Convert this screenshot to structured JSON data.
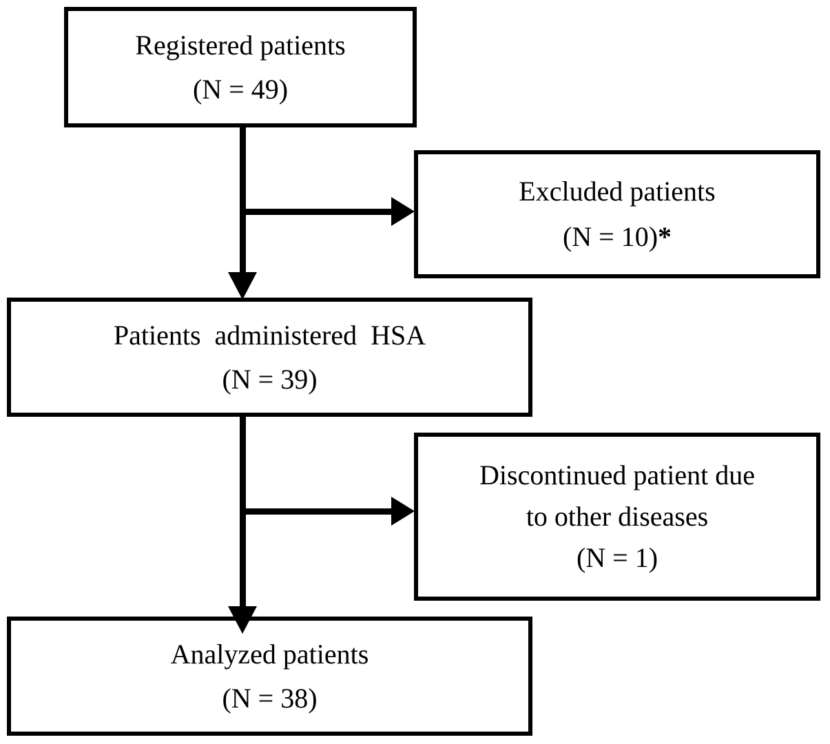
{
  "figure": {
    "type": "flow-diagram",
    "title": "Patient disposition flow diagram",
    "colors": {
      "stroke": "#000000",
      "fill": "#ffffff",
      "text": "#000000"
    }
  },
  "nodes": {
    "registered": {
      "line1": "Registered patients",
      "line2": "(N = 49)",
      "count": 49
    },
    "excluded": {
      "line1": "Excluded patients",
      "line2": "(N = 10)",
      "footnote_marker": "*",
      "count": 10
    },
    "administered": {
      "line1": "Patients  administered  HSA",
      "line2": "(N = 39)",
      "count": 39
    },
    "discontinued": {
      "line1": "Discontinued patient due",
      "line2": "to other diseases",
      "line3": "(N = 1)",
      "count": 1
    },
    "analyzed": {
      "line1": "Analyzed patients",
      "line2": "(N = 38)",
      "count": 38
    }
  },
  "connectors": [
    {
      "name": "registered-to-administered",
      "from": "registered",
      "to": "administered",
      "direction": "down"
    },
    {
      "name": "registered-to-excluded",
      "from": "registered",
      "to": "excluded",
      "direction": "right"
    },
    {
      "name": "administered-to-analyzed",
      "from": "administered",
      "to": "analyzed",
      "direction": "down"
    },
    {
      "name": "administered-to-discontinued",
      "from": "administered",
      "to": "discontinued",
      "direction": "right"
    }
  ]
}
